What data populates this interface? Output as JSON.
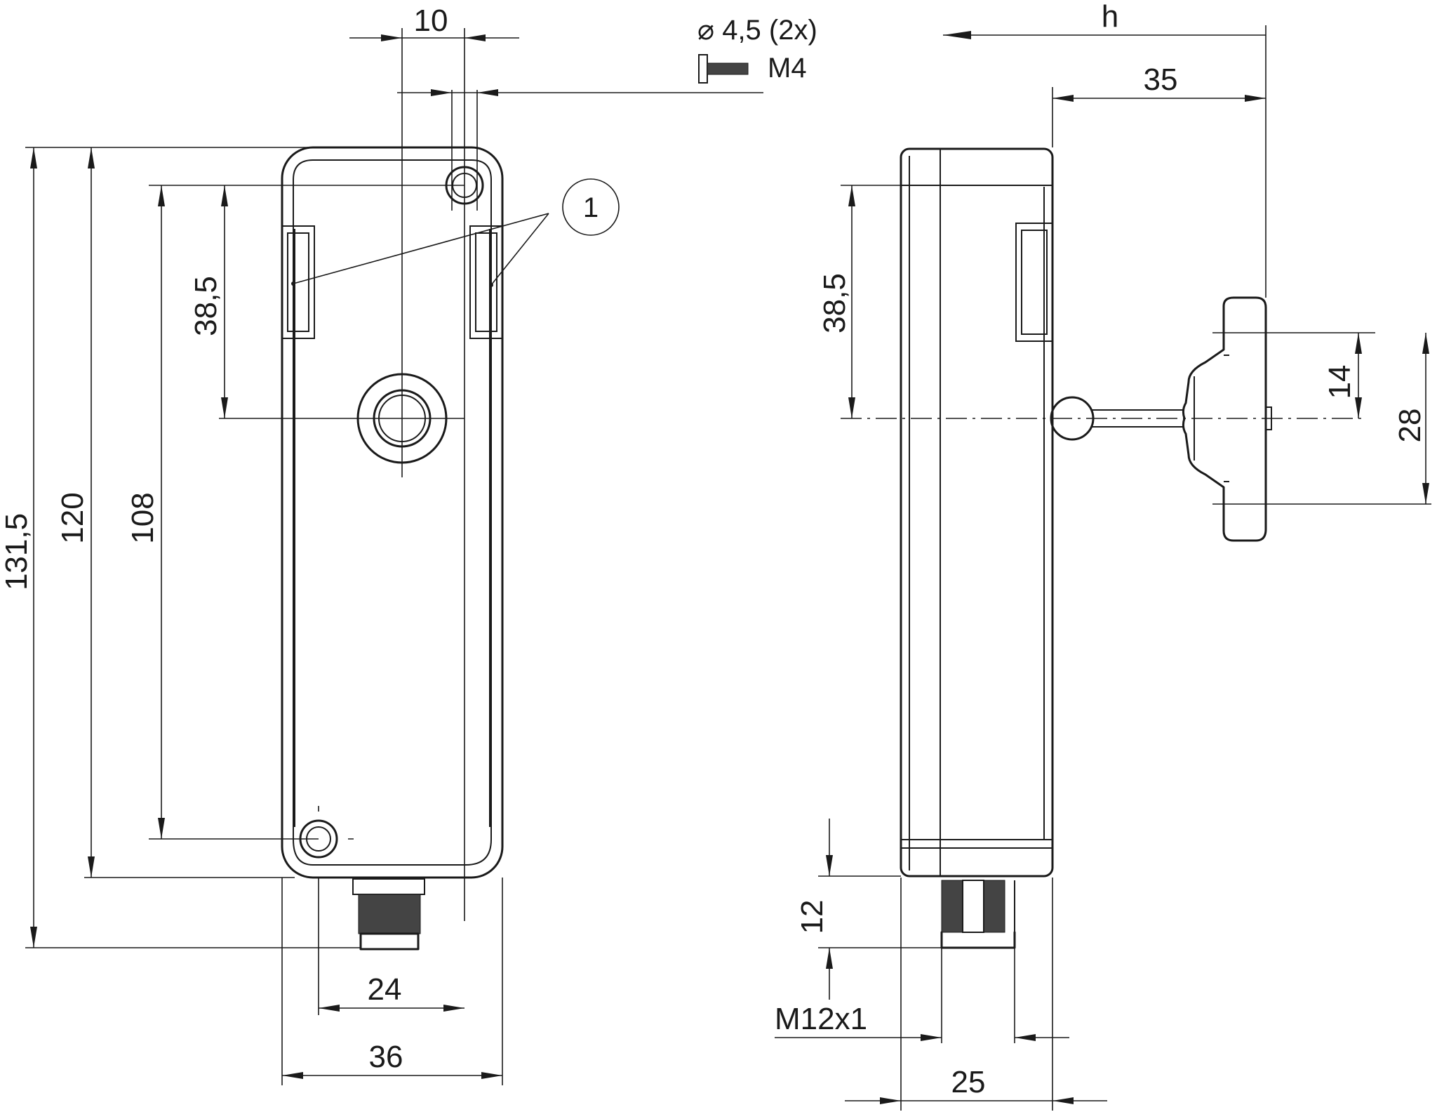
{
  "front_view": {
    "dim_10": "10",
    "dim_38_5": "38,5",
    "dim_108": "108",
    "dim_120": "120",
    "dim_131_5": "131,5",
    "dim_24": "24",
    "dim_36": "36",
    "callout": "1"
  },
  "screw_note": {
    "hole": "⌀ 4,5 (2x)",
    "screw": "M4"
  },
  "side_view": {
    "dim_h": "h",
    "dim_35": "35",
    "dim_38_5": "38,5",
    "dim_14": "14",
    "dim_28": "28",
    "dim_12": "12",
    "thread": "M12x1",
    "dim_25": "25"
  }
}
